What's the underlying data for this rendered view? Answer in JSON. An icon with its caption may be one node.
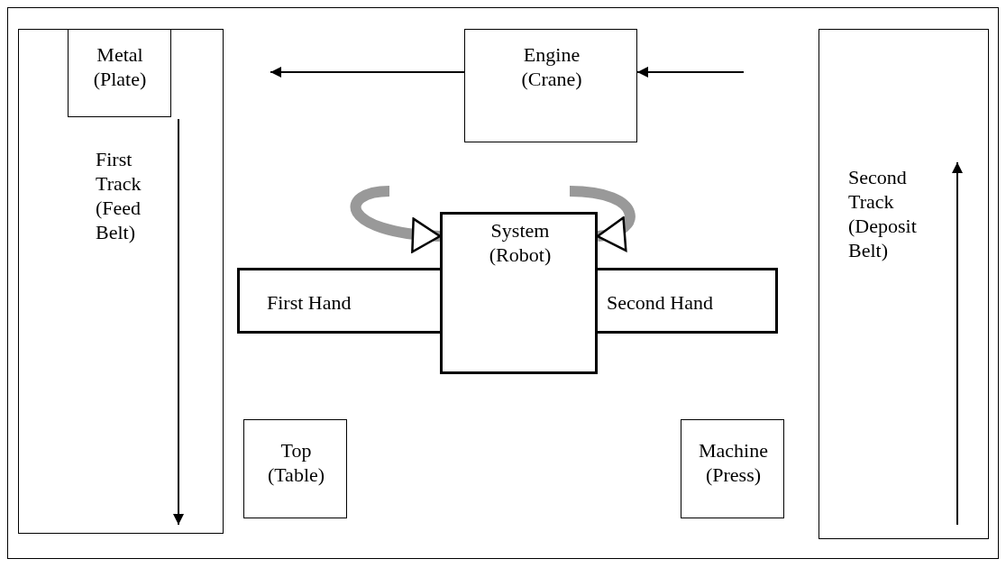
{
  "diagram": {
    "nodes": [
      {
        "text": [
          "First Track (Feed Belt)"
        ]
      },
      {
        "text": [
          "Metal (Plate)"
        ],
        "in": 0
      },
      {
        "text": [
          "Engine (Crane)"
        ]
      },
      {
        "text": [
          "First Hand"
        ]
      },
      {
        "text": [
          "System (Robot)"
        ]
      },
      {
        "text": [
          "Second Hand"
        ]
      },
      {
        "text": [
          "Second Track (Deposit Belt)"
        ]
      },
      {
        "text": [
          "Top (Table)"
        ]
      },
      {
        "text": [
          "Machine (Press)"
        ]
      }
    ],
    "edges": [
      {
        "from": 2,
        "to": null,
        "arrow": "to"
      },
      {
        "from": null,
        "to": 2,
        "arrow": "to"
      },
      {
        "from": null,
        "to": 4,
        "arrow": "to",
        "style": "thick",
        "color": "#999999"
      },
      {
        "from": null,
        "to": 4,
        "arrow": "to",
        "style": "thick",
        "color": "#999999"
      }
    ]
  }
}
